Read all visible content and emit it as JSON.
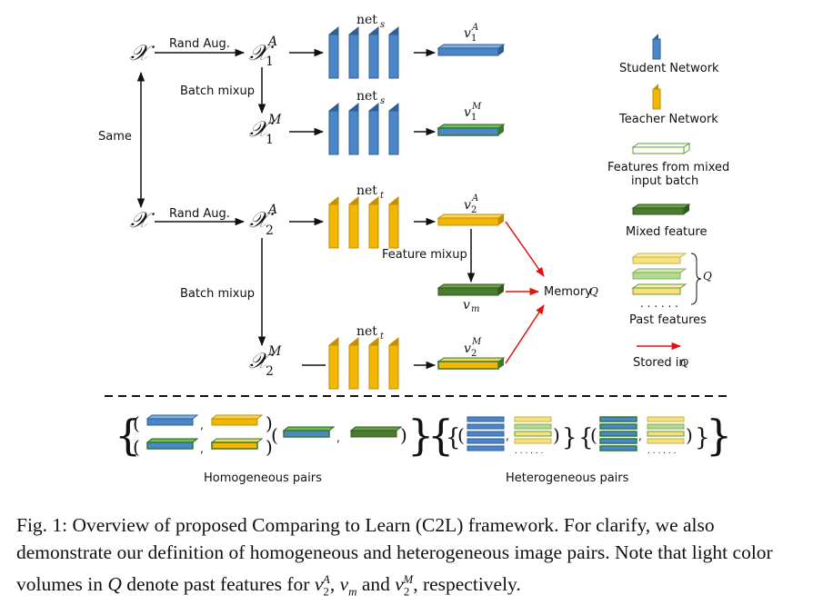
{
  "labels": {
    "x_symbol": "𝒳",
    "rand_aug_1": "Rand Aug.",
    "rand_aug_2": "Rand Aug.",
    "batch_mixup_1": "Batch mixup",
    "batch_mixup_2": "Batch mixup",
    "same": "Same",
    "feature_mixup": "Feature mixup",
    "memory": "Memory",
    "memory_q": "Q",
    "net_s": "net",
    "net_s_sub": "s",
    "net_t": "net",
    "net_t_sub": "t",
    "x1A_sup": "A",
    "x1A_sub": "1",
    "x1M_sup": "M",
    "x1M_sub": "1",
    "x2A_sup": "A",
    "x2A_sub": "2",
    "x2M_sup": "M",
    "x2M_sub": "2",
    "v_letter": "v",
    "vm_sub": "m",
    "homogeneous_pairs": "Homogeneous pairs",
    "heterogeneous_pairs": "Heterogeneous pairs"
  },
  "legend": {
    "student_network": "Student Network",
    "teacher_network": "Teacher Network",
    "features_mixed_line1": "Features from mixed",
    "features_mixed_line2": "input batch",
    "mixed_feature": "Mixed feature",
    "past_features": "Past features",
    "stored_in": "Stored in",
    "stored_in_q": "Q",
    "q": "Q"
  },
  "colors": {
    "student_blue": "#4a86c8",
    "student_blue_side": "#2f5f94",
    "teacher_gold": "#f2b705",
    "teacher_gold_side": "#c48f00",
    "mixed_green": "#4b7b2e",
    "mixed_green_side": "#2f5a1b",
    "light_green_fill": "#ffffff",
    "light_green_edge": "#5e9a3a",
    "past_yellow": "#f7e27a",
    "past_lightgreen": "#b5d98d",
    "arrow_red": "#e3120b"
  },
  "caption": {
    "fig_label": "Fig. 1:",
    "text_1": "Overview of proposed Comparing to Learn (C2L) framework. For clarify, we also demonstrate our definition of homogeneous and heterogeneous image pairs. Note that light color volumes in",
    "q": "Q",
    "text_2": "denote past features for",
    "v2A": "v",
    "v2A_sub": "2",
    "v2A_sup": "A",
    "sep": ",",
    "vm": "v",
    "vm_sub": "m",
    "and": "and",
    "v2M": "v",
    "v2M_sub": "2",
    "v2M_sup": "M",
    "end": ", respectively."
  }
}
